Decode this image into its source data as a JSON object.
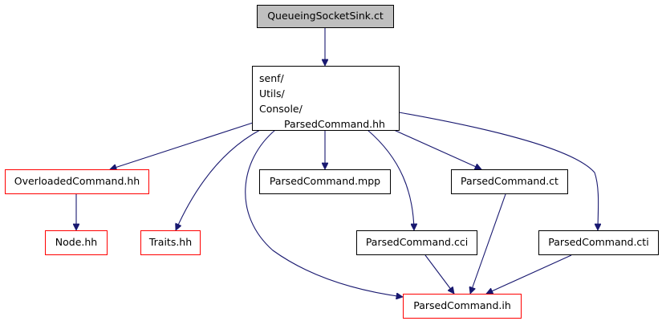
{
  "graph": {
    "root": "QueueingSocketSink.ct",
    "hub": {
      "line1": "senf/",
      "line2": "Utils/",
      "line3": "Console/",
      "line4": "ParsedCommand.hh"
    },
    "nodes": {
      "overloaded": "OverloadedCommand.hh",
      "node_hh": "Node.hh",
      "traits": "Traits.hh",
      "mpp": "ParsedCommand.mpp",
      "ct": "ParsedCommand.ct",
      "cci": "ParsedCommand.cci",
      "cti": "ParsedCommand.cti",
      "ih": "ParsedCommand.ih"
    },
    "colors": {
      "edge": "#191970",
      "root_fill": "#bfbfbf",
      "red_border": "#ff0000",
      "black_border": "#000000"
    }
  }
}
